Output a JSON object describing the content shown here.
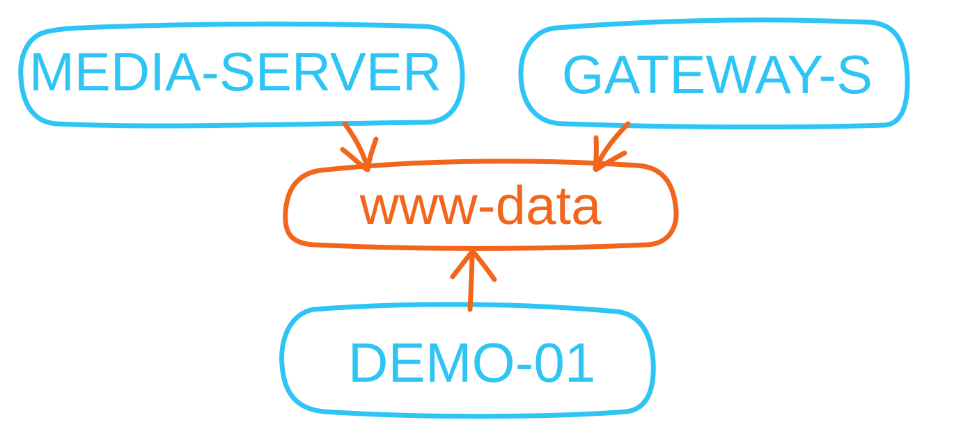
{
  "colors": {
    "source_node": "#2EC5F5",
    "target_node": "#F2651C"
  },
  "nodes": {
    "media_server": {
      "label": "MEDIA-SERVER"
    },
    "gateway": {
      "label": "GATEWAY-S"
    },
    "www_data": {
      "label": "www-data"
    },
    "demo": {
      "label": "DEMO-01"
    }
  },
  "edges": [
    {
      "from": "MEDIA-SERVER",
      "to": "www-data"
    },
    {
      "from": "GATEWAY-S",
      "to": "www-data"
    },
    {
      "from": "DEMO-01",
      "to": "www-data"
    }
  ]
}
